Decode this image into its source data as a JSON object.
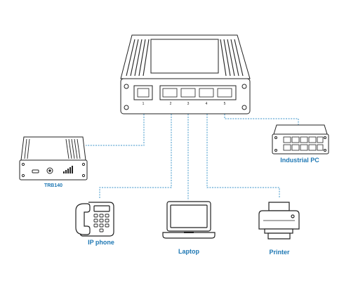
{
  "switch": {
    "port_numbers": [
      "1",
      "2",
      "3",
      "4",
      "5"
    ]
  },
  "devices": {
    "router": {
      "label": "TRB140"
    },
    "industrial_pc": {
      "label": "Industrial PC"
    },
    "ip_phone": {
      "label": "IP phone"
    },
    "laptop": {
      "label": "Laptop"
    },
    "printer": {
      "label": "Printer"
    }
  },
  "colors": {
    "cable": "#5fa8d3",
    "label": "#1f78b4",
    "device_stroke": "#222222"
  }
}
